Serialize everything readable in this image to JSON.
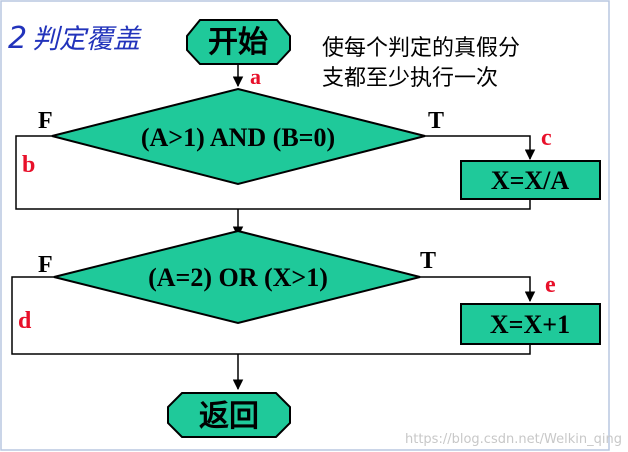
{
  "title": {
    "number": "2",
    "text": "判定覆盖"
  },
  "start_node": {
    "label": "开始"
  },
  "end_node": {
    "label": "返回"
  },
  "description": {
    "line1": "使每个判定的真假分",
    "line2": "支都至少执行一次"
  },
  "decisions": [
    {
      "condition": "(A>1) AND (B=0)",
      "false_label": "F",
      "true_label": "T"
    },
    {
      "condition": "(A=2) OR (X>1)",
      "false_label": "F",
      "true_label": "T"
    }
  ],
  "processes": [
    {
      "label": "X=X/A"
    },
    {
      "label": "X=X+1"
    }
  ],
  "path_labels": {
    "a": "a",
    "b": "b",
    "c": "c",
    "d": "d",
    "e": "e"
  },
  "watermark": "https://blog.csdn.net/Welkin_qing",
  "colors": {
    "node_fill": "#1fc99a",
    "title_blue": "#2233bb",
    "path_label_red": "#e8102a",
    "frame_border": "#b8c7e0"
  }
}
